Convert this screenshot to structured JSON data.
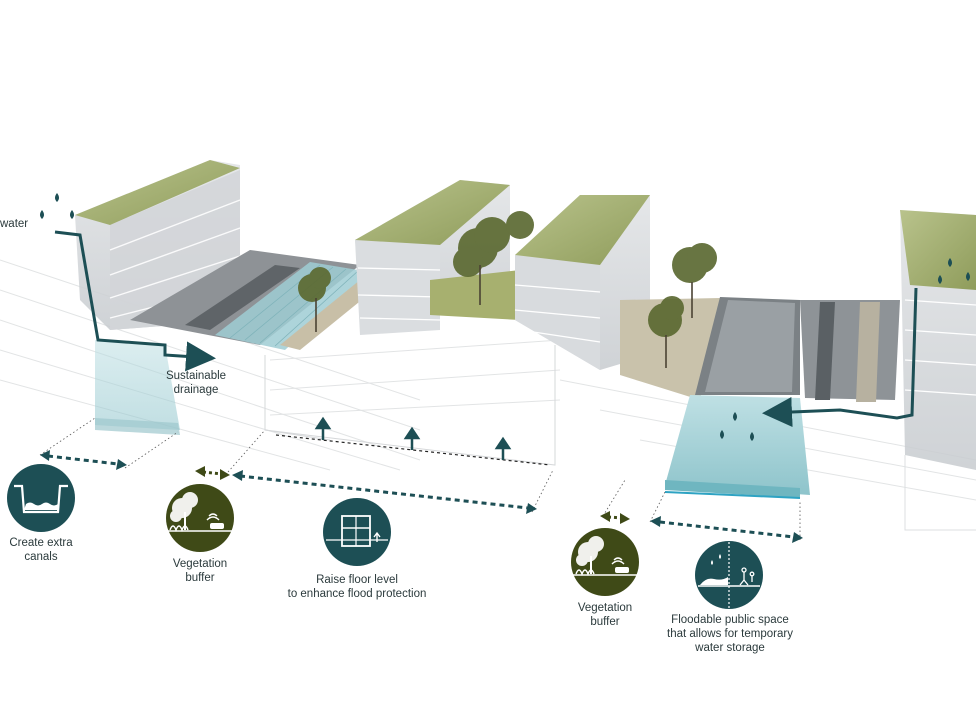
{
  "labels": {
    "water": "water",
    "sustainable_drainage": [
      "Sustainable",
      "drainage"
    ],
    "create_extra_canals": [
      "Create extra",
      "canals"
    ],
    "vegetation_buffer_left": [
      "Vegetation",
      "buffer"
    ],
    "raise_floor_level": [
      "Raise floor level",
      "to enhance flood protection"
    ],
    "vegetation_buffer_right": [
      "Vegetation",
      "buffer"
    ],
    "floodable_public_space": [
      "Floodable public space",
      "that allows for temporary",
      "water storage"
    ]
  },
  "icons": {
    "canal": "canal-section-icon",
    "vegetation_left": "vegetation-buffer-icon",
    "raise_floor": "raise-floor-icon",
    "vegetation_right": "vegetation-buffer-icon",
    "floodable": "floodable-space-icon"
  },
  "colors": {
    "teal_dark": "#1d4f55",
    "olive_dark": "#3f4a17",
    "grass": "#a9b57a",
    "water": "#a9d2d8",
    "building": "#d9dcdf"
  }
}
